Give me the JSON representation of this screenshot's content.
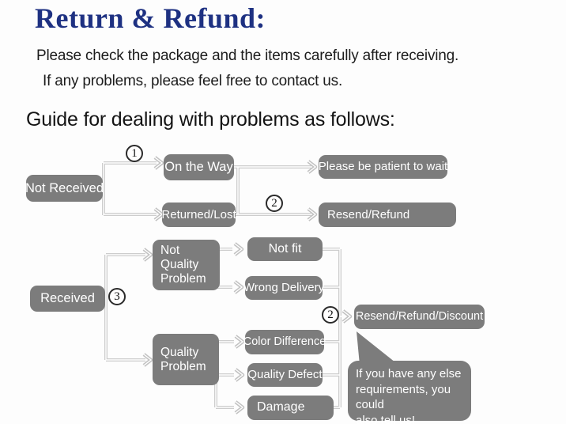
{
  "page": {
    "title": "Return & Refund:",
    "intro_line1": "Please check the package and the items carefully after receiving.",
    "intro_line2": "If any problems, please feel free to contact us.",
    "guide_heading": "Guide for dealing with problems as follows:"
  },
  "colors": {
    "title_navy": "#1e3182",
    "node_gray": "#7c7c7c",
    "node_text": "#ffffff",
    "connector_gray": "#cdcdcd"
  },
  "flowchart": {
    "nodes": {
      "not_received": "Not Received",
      "on_the_way": "On the Way",
      "returned_lost": "Returned/Lost",
      "patient_wait": "Please be patient to wait",
      "resend_refund": "Resend/Refund",
      "received": "Received",
      "not_quality_problem": "Not Quality Problem",
      "quality_problem": "Quality Problem",
      "not_fit": "Not fit",
      "wrong_delivery": "Wrong Delivery",
      "color_difference": "Color Difference",
      "quality_defect": "Quality Defect",
      "damage": "Damage",
      "resend_refund_discount": "Resend/Refund/Discount"
    },
    "step_markers": {
      "step1": "1",
      "step2": "2",
      "step3": "3"
    },
    "callout_lines": [
      "If you have any else",
      "requirements, you could",
      "also tell us!"
    ]
  }
}
